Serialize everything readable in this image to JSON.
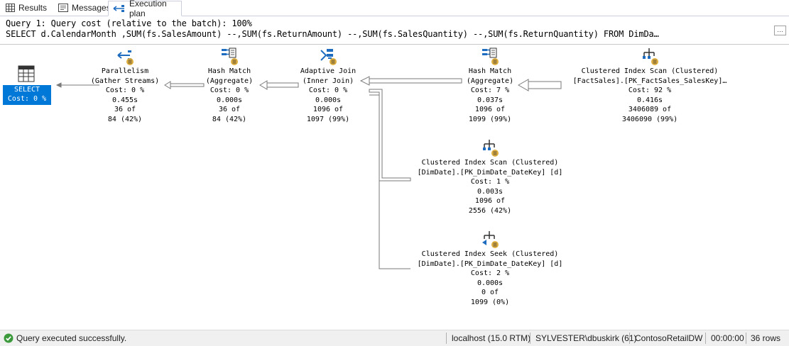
{
  "tabs": [
    {
      "label": "Results",
      "icon": "grid-icon"
    },
    {
      "label": "Messages",
      "icon": "messages-icon"
    },
    {
      "label": "Execution plan",
      "icon": "execution-plan-icon"
    }
  ],
  "header": {
    "line1": "Query 1: Query cost (relative to the batch): 100%",
    "line2": "SELECT d.CalendarMonth ,SUM(fs.SalesAmount) --,SUM(fs.ReturnAmount) --,SUM(fs.SalesQuantity) --,SUM(fs.ReturnQuantity) FROM DimDa…"
  },
  "select_node": {
    "label": "SELECT",
    "cost": "Cost: 0 %"
  },
  "nodes": [
    {
      "id": "parallelism",
      "lines": [
        "Parallelism",
        "(Gather Streams)",
        "Cost: 0 %",
        "0.455s",
        "36 of",
        "84 (42%)"
      ]
    },
    {
      "id": "hash-match-1",
      "lines": [
        "Hash Match",
        "(Aggregate)",
        "Cost: 0 %",
        "0.000s",
        "36 of",
        "84 (42%)"
      ]
    },
    {
      "id": "adaptive-join",
      "lines": [
        "Adaptive Join",
        "(Inner Join)",
        "Cost: 0 %",
        "0.000s",
        "1096 of",
        "1097 (99%)"
      ]
    },
    {
      "id": "hash-match-2",
      "lines": [
        "Hash Match",
        "(Aggregate)",
        "Cost: 7 %",
        "0.037s",
        "1096 of",
        "1099 (99%)"
      ]
    },
    {
      "id": "ci-scan-factsales",
      "lines": [
        "Clustered Index Scan (Clustered)",
        "[FactSales].[PK_FactSales_SalesKey]…",
        "Cost: 92 %",
        "0.416s",
        "3406089 of",
        "3406090 (99%)"
      ]
    },
    {
      "id": "ci-scan-dimdate",
      "lines": [
        "Clustered Index Scan (Clustered)",
        "[DimDate].[PK_DimDate_DateKey] [d]",
        "Cost: 1 %",
        "0.003s",
        "1096 of",
        "2556 (42%)"
      ]
    },
    {
      "id": "ci-seek-dimdate",
      "lines": [
        "Clustered Index Seek (Clustered)",
        "[DimDate].[PK_DimDate_DateKey] [d]",
        "Cost: 2 %",
        "0.000s",
        "0 of",
        "1099 (0%)"
      ]
    }
  ],
  "status": {
    "message": "Query executed successfully.",
    "server": "localhost (15.0 RTM)",
    "user": "SYLVESTER\\dbuskirk (61)",
    "database": "ContosoRetailDW",
    "elapsed": "00:00:00",
    "rows": "36 rows"
  },
  "colors": {
    "selected": "#0078d7",
    "accent": "#1e6cc0",
    "gold": "#e0b040",
    "success": "#3c9a3c"
  }
}
